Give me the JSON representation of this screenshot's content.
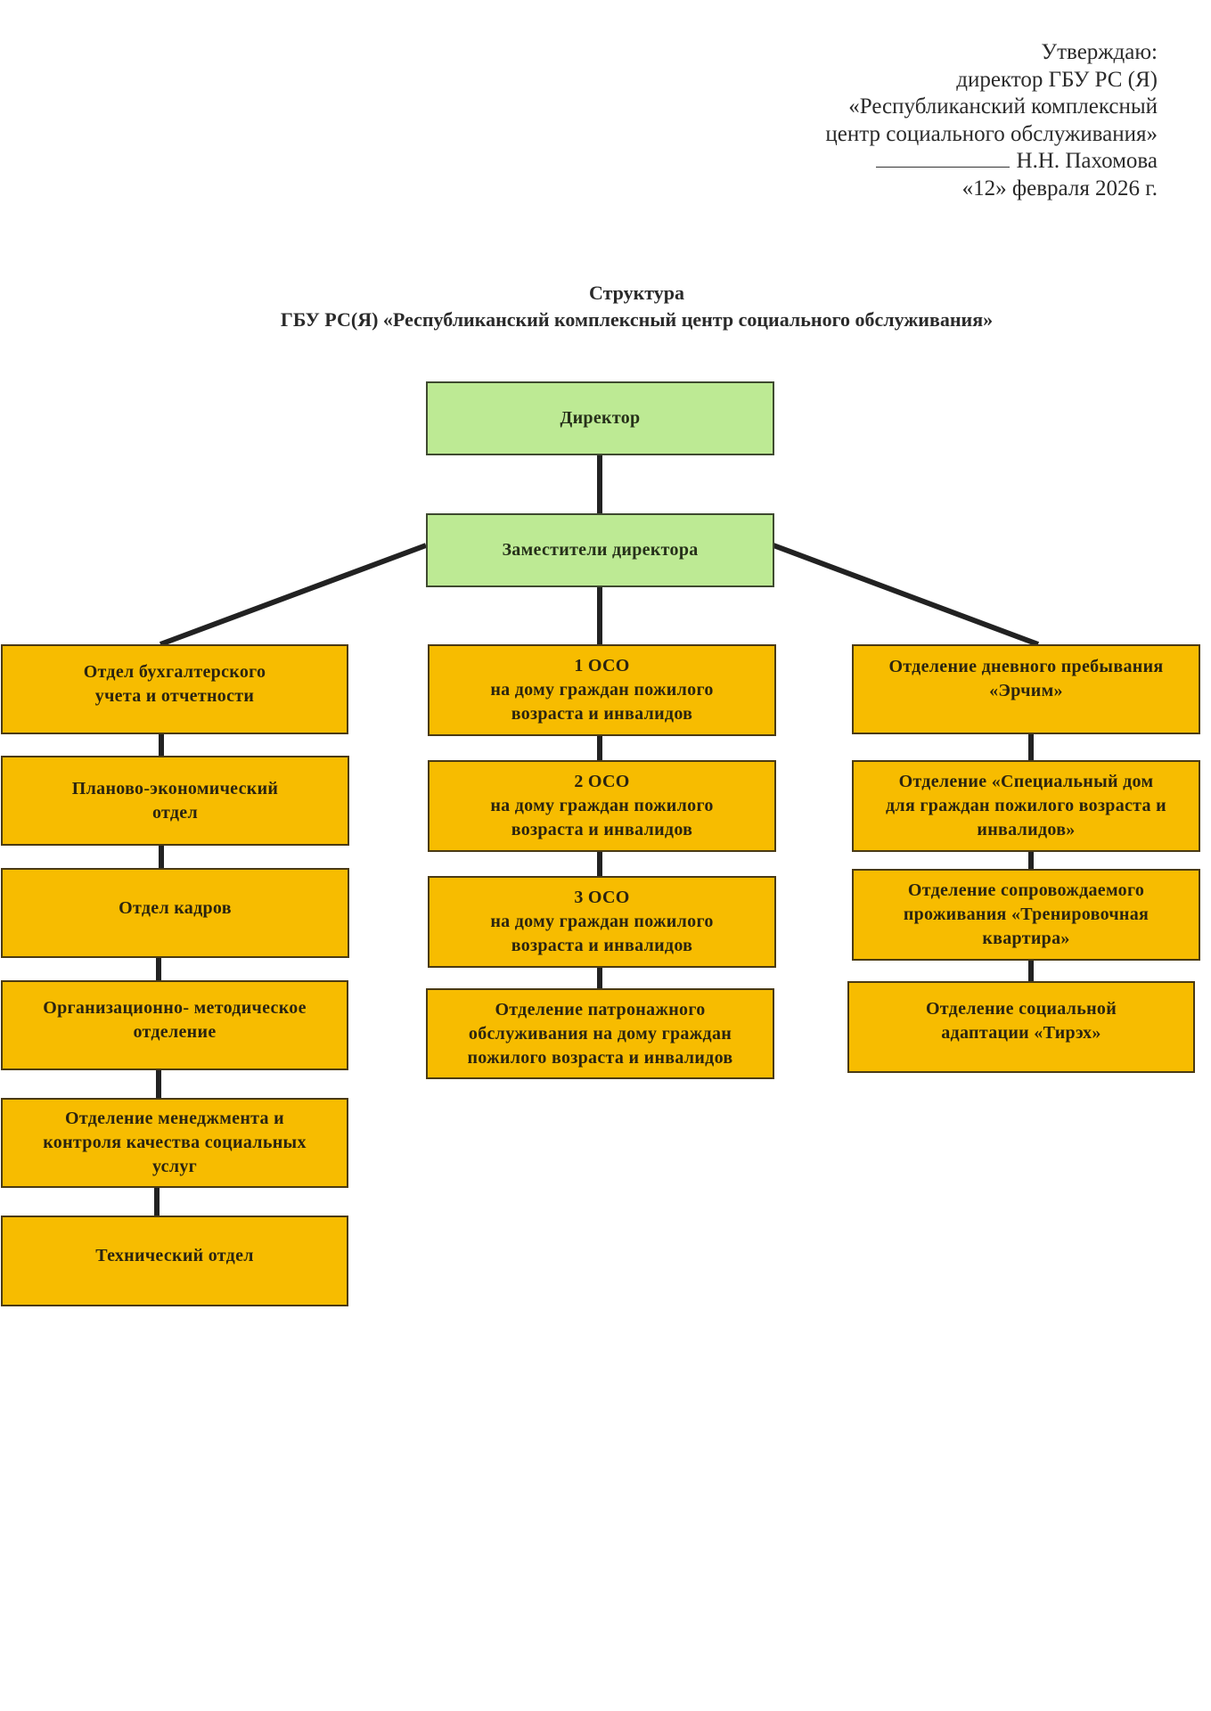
{
  "approval": {
    "lines": [
      "Утверждаю:",
      "директор ГБУ РС (Я)",
      "«Республиканский комплексный",
      "центр социального обслуживания»"
    ],
    "signature_name": "Н.Н. Пахомова",
    "date": "«12» февраля 2026 г."
  },
  "title": {
    "line1": "Структура",
    "line2": "ГБУ РС(Я) «Республиканский комплексный центр социального обслуживания»"
  },
  "colors": {
    "leadership_fill": "#bdea94",
    "unit_fill": "#f7bc00",
    "connector": "#222222"
  },
  "org": {
    "director": "Директор",
    "deputies": "Заместители директора",
    "left_column": [
      "Отдел бухгалтерского\nучета и отчетности",
      "Планово-экономический\nотдел",
      "Отдел кадров",
      "Организационно- методическое\nотделение",
      "Отделение менеджмента и\nконтроля качества социальных\nуслуг",
      "Технический отдел"
    ],
    "center_column": [
      "1 ОСО\nна дому граждан пожилого\nвозраста и инвалидов",
      "2 ОСО\nна дому граждан пожилого\nвозраста и инвалидов",
      "3 ОСО\nна дому граждан пожилого\nвозраста и инвалидов",
      "Отделение патронажного\nобслуживания на дому граждан\nпожилого возраста и инвалидов"
    ],
    "right_column": [
      "Отделение дневного пребывания\n«Эрчим»",
      "Отделение «Специальный дом\nдля граждан пожилого возраста и\nинвалидов»",
      "Отделение сопровождаемого\nпроживания «Тренировочная\nквартира»",
      "Отделение социальной\nадаптации  «Тирэх»"
    ]
  }
}
